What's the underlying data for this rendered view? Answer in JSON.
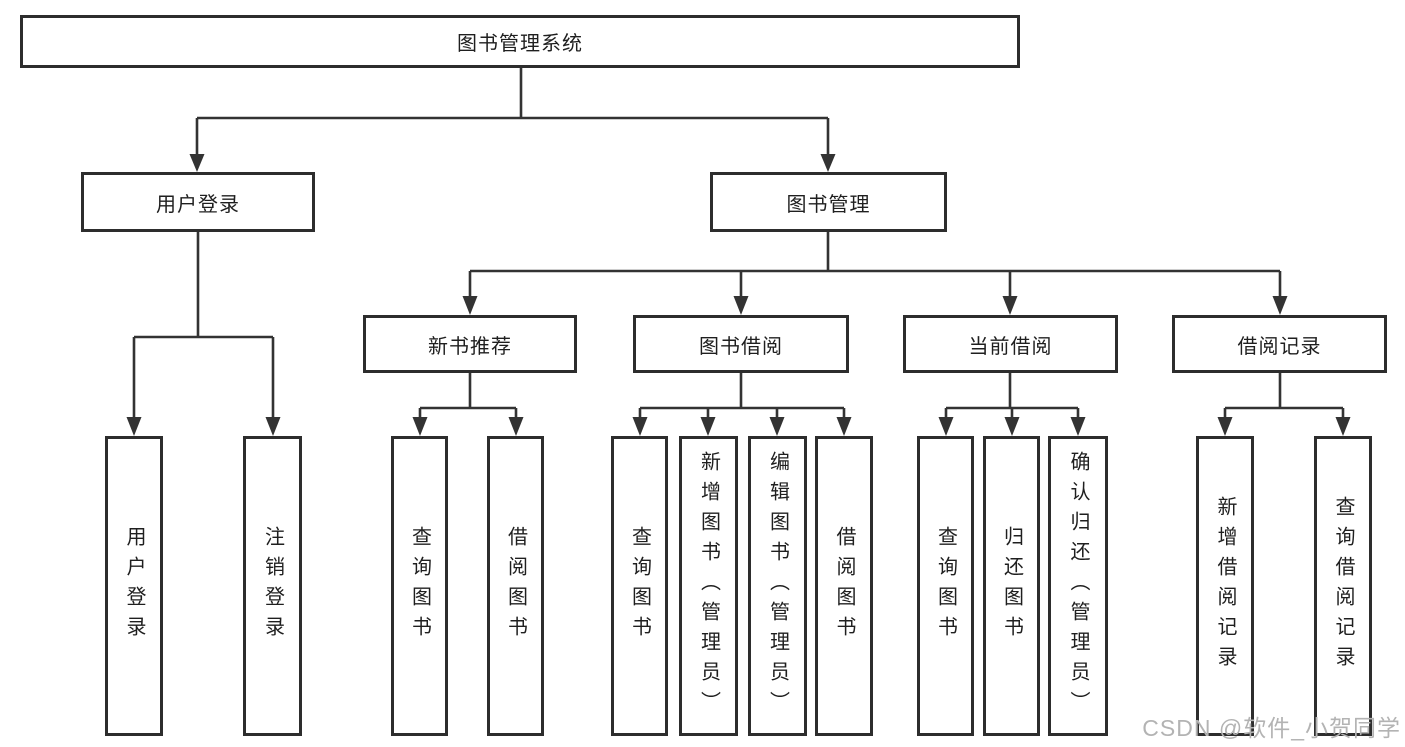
{
  "diagram": {
    "title": "图书管理系统",
    "branches": [
      {
        "label": "用户登录",
        "children": [
          "用户登录",
          "注销登录"
        ]
      },
      {
        "label": "图书管理",
        "groups": [
          {
            "label": "新书推荐",
            "children": [
              "查询图书",
              "借阅图书"
            ]
          },
          {
            "label": "图书借阅",
            "children": [
              "查询图书",
              "新增图书（管理员）",
              "编辑图书（管理员）",
              "借阅图书"
            ]
          },
          {
            "label": "当前借阅",
            "children": [
              "查询图书",
              "归还图书",
              "确认归还（管理员）"
            ]
          },
          {
            "label": "借阅记录",
            "children": [
              "新增借阅记录",
              "查询借阅记录"
            ]
          }
        ]
      }
    ]
  },
  "watermark": "CSDN @软件_小贺同学",
  "colors": {
    "line": "#333333",
    "border": "#2d2d2d",
    "text": "#1f1f1f",
    "watermark": "#b3b3b3",
    "background": "#ffffff"
  }
}
